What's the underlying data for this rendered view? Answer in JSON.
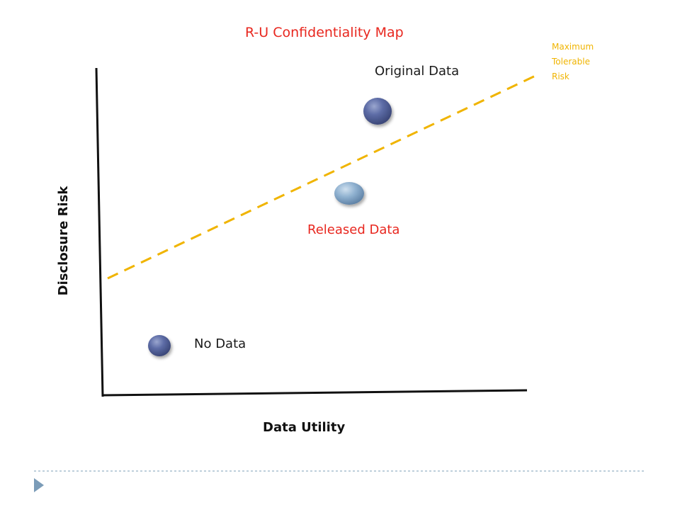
{
  "title": "R-U Confidentiality Map",
  "x_axis_label": "Data Utility",
  "y_axis_label": "Disclosure Risk",
  "threshold": {
    "label_lines": [
      "Maximum",
      "Tolerable",
      "Risk"
    ],
    "color": "#f0b400"
  },
  "points": [
    {
      "id": "original",
      "label": "Original Data",
      "label_color": "#1a1a1a",
      "fill": "#5a6aa0"
    },
    {
      "id": "released",
      "label": "Released Data",
      "label_color": "#e8271f",
      "fill": "#8eb0cf"
    },
    {
      "id": "nodata",
      "label": "No Data",
      "label_color": "#1a1a1a",
      "fill": "#5a6aa0"
    }
  ],
  "colors": {
    "title": "#e8271f",
    "axis": "#111111",
    "footer_divider": "#a9bfcf",
    "nav_arrow": "#7b9cb8"
  },
  "footer": {
    "nav_icon": "triangle-right-icon"
  }
}
